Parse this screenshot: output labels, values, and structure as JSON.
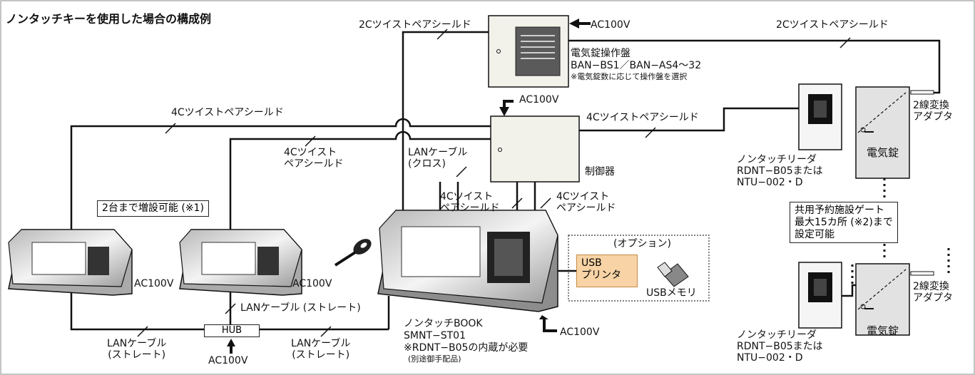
{
  "title": "ノンタッチキーを使用した場合の構成例",
  "cables": {
    "twisted_2c_left": "2Cツイストペアシールド",
    "twisted_2c_right": "2Cツイストペアシールド",
    "twisted_4c_top_left": "4Cツイストペアシールド",
    "twisted_4c_mid": "4Cツイスト\nペアシールド",
    "twisted_4c_right": "4Cツイストペアシールド",
    "twisted_4c_book_left": "4Cツイスト\nペアシールド",
    "twisted_4c_book_right": "4Cツイスト\nペアシールド",
    "lan_cross": "LANケーブル\n(クロス)",
    "lan_straight_upper": "LANケーブル (ストレート)",
    "lan_straight_left": "LANケーブル\n(ストレート)",
    "lan_straight_right": "LANケーブル\n(ストレート)"
  },
  "power": {
    "panel": "AC100V",
    "controller": "AC100V",
    "terminal_left": "AC100V",
    "terminal_mid": "AC100V",
    "book": "AC100V",
    "hub": "AC100V"
  },
  "panel": {
    "name": "電気錠操作盤",
    "model": "BAN−BS1／BAN−AS4〜32",
    "note": "※電気錠数に応じて操作盤を選択"
  },
  "controller_label": "制御器",
  "expand_note": "2台まで増設可能 (※1)",
  "hub_label": "HUB",
  "book": {
    "name": "ノンタッチBOOK",
    "model": "SMNT−ST01",
    "note": "※RDNT−B05の内蔵が必要",
    "note2": "(別途御手配品)"
  },
  "option": {
    "heading": "(オプション)",
    "printer": "USB\nプリンタ",
    "memory": "USBメモリ"
  },
  "reader_top": "ノンタッチリーダ\nRDNT−B05または\nNTU−002・D",
  "reader_bottom": "ノンタッチリーダ\nRDNT−B05または\nNTU−002・D",
  "lock_top": "電気錠",
  "lock_bottom": "電気錠",
  "adapter_top": "2線変換\nアダプタ",
  "adapter_bottom": "2線変換\nアダプタ",
  "gate_note": "共用予約施設ゲート\n最大15カ所 (※2)まで\n設定可能",
  "colors": {
    "lock_fill": "#e2e2e2",
    "printer_fill": "#f7d3a5",
    "line": "#111111"
  }
}
